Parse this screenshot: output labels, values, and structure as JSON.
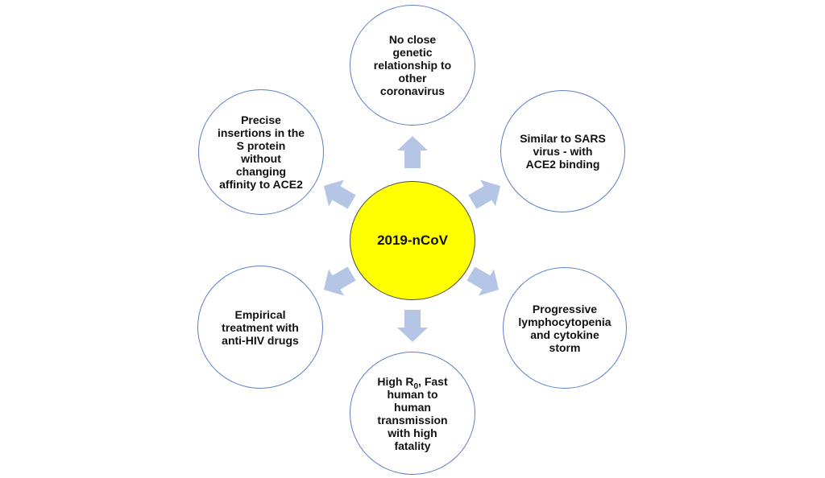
{
  "colors": {
    "center_fill": "#ffff00",
    "center_border": "#4d4d4d",
    "node_border": "#5b7fc6",
    "arrow": "#b4c5e6"
  },
  "center": {
    "label": "2019-nCoV"
  },
  "nodes": [
    {
      "id": "top",
      "label": "No close\ngenetic\nrelationship to\nother\ncoronavirus"
    },
    {
      "id": "top-right",
      "label": "Similar to SARS\nvirus - with\nACE2 binding"
    },
    {
      "id": "bottom-right",
      "label": "Progressive\nlymphocytopenia\nand cytokine\nstorm"
    },
    {
      "id": "bottom",
      "label_pre": "High R",
      "label_sub": "0",
      "label_post": ", Fast\nhuman to\nhuman\ntransmission\nwith high\nfatality"
    },
    {
      "id": "bottom-left",
      "label": "Empirical\ntreatment with\nanti-HIV drugs"
    },
    {
      "id": "top-left",
      "label": "Precise\ninsertions in the\nS protein\nwithout\nchanging\naffinity to ACE2"
    }
  ]
}
